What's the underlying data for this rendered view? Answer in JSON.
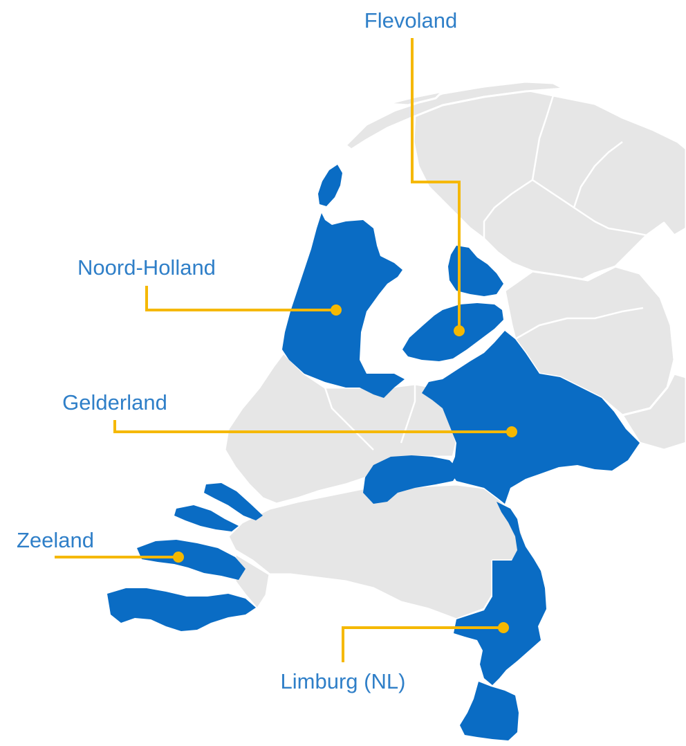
{
  "colors": {
    "land": "#e6e6e6",
    "highlight": "#0a6cc4",
    "label": "#2f7fc8",
    "leader": "#f5b800",
    "border": "#ffffff"
  },
  "labels": {
    "flevoland": "Flevoland",
    "noord_holland": "Noord-Holland",
    "gelderland": "Gelderland",
    "zeeland": "Zeeland",
    "limburg": "Limburg (NL)"
  }
}
